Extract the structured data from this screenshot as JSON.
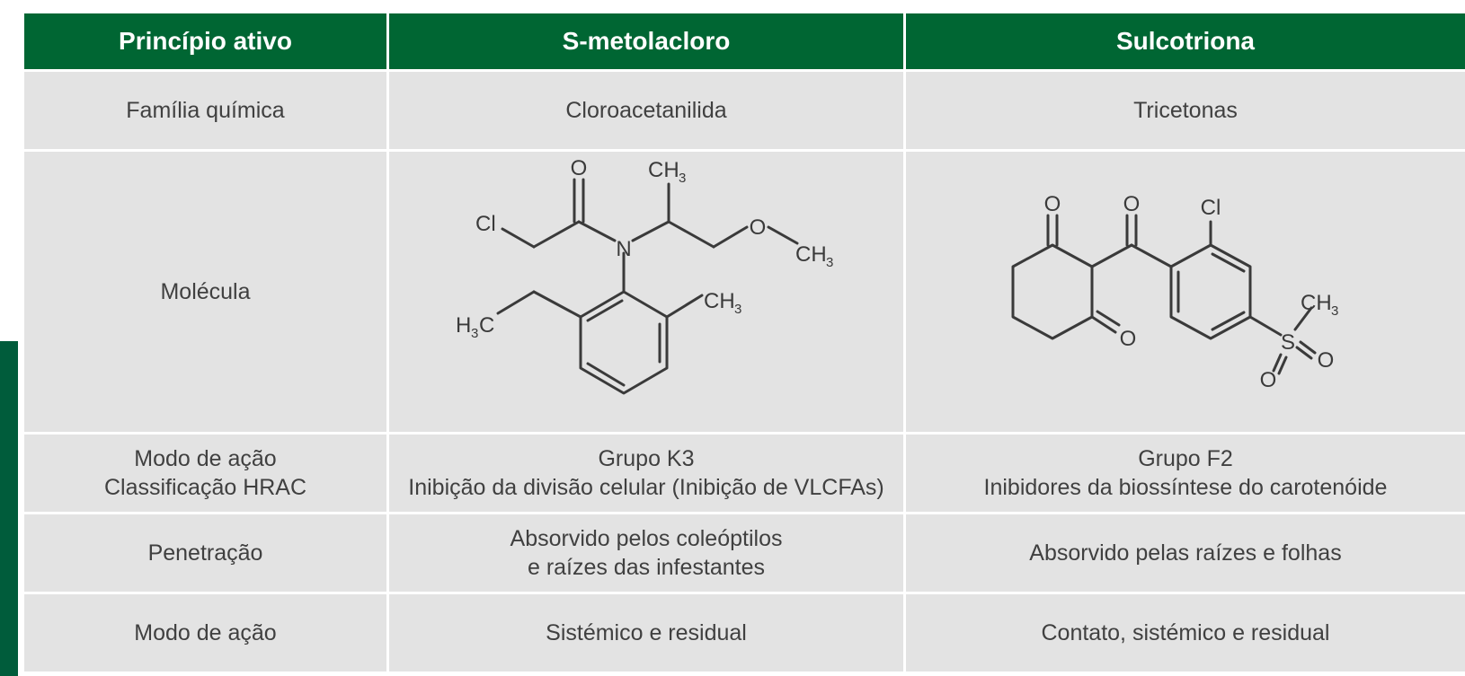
{
  "header": {
    "col1": "Princípio ativo",
    "col2": "S-metolacloro",
    "col3": "Sulcotriona"
  },
  "rows": {
    "familia": {
      "label": "Família química",
      "smet": "Cloroacetanilida",
      "sulc": "Tricetonas"
    },
    "molecula": {
      "label": "Molécula",
      "smet_atoms": {
        "o": "O",
        "cl": "Cl",
        "n": "N",
        "o2": "O",
        "ch3_top": "CH",
        "ch3_top_sub": "3",
        "ch3_right": "CH",
        "ch3_right_sub": "3",
        "ch3_ring": "CH",
        "ch3_ring_sub": "3",
        "h3c_h": "H",
        "h3c_sub": "3",
        "h3c_c": "C"
      },
      "sulc_atoms": {
        "o1": "O",
        "o2": "O",
        "o3": "O",
        "cl": "Cl",
        "s": "S",
        "o4": "O",
        "o5": "O",
        "ch3": "CH",
        "ch3_sub": "3"
      }
    },
    "modo_hrac": {
      "label_line1": "Modo de ação",
      "label_line2": "Classificação HRAC",
      "smet_line1": "Grupo K3",
      "smet_line2": "Inibição da divisão celular (Inibição de VLCFAs)",
      "sulc_line1": "Grupo F2",
      "sulc_line2": "Inibidores da biossíntese do carotenóide"
    },
    "penetracao": {
      "label": "Penetração",
      "smet_line1": "Absorvido pelos coleóptilos",
      "smet_line2": "e raízes das infestantes",
      "sulc": "Absorvido pelas raízes e folhas"
    },
    "modo_acao": {
      "label": "Modo de ação",
      "smet": "Sistémico e residual",
      "sulc": "Contato, sistémico e residual"
    }
  },
  "colors": {
    "header_bg": "#006633",
    "cell_bg": "#e3e3e3",
    "side_bar": "#005c3b"
  }
}
